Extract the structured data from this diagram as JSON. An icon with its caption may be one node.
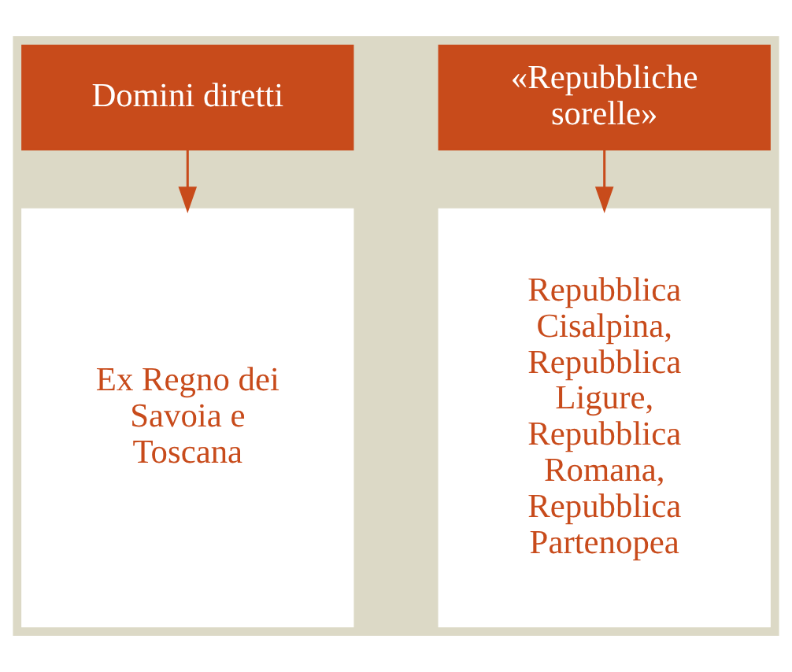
{
  "diagram": {
    "nodes": [
      {
        "text": [
          "Domini diretti"
        ]
      },
      {
        "text": [
          "«Repubbliche sorelle»"
        ]
      },
      {
        "text": [
          "Ex Regno dei Savoia e Toscana"
        ]
      },
      {
        "text": [
          "Repubblica Cisalpina, Repubblica Ligure, Repubblica Romana, Repubblica Partenopea"
        ]
      }
    ],
    "edges": [
      {
        "from": 0,
        "to": 2,
        "arrow": "to"
      },
      {
        "from": 1,
        "to": 3,
        "arrow": "to"
      }
    ]
  }
}
